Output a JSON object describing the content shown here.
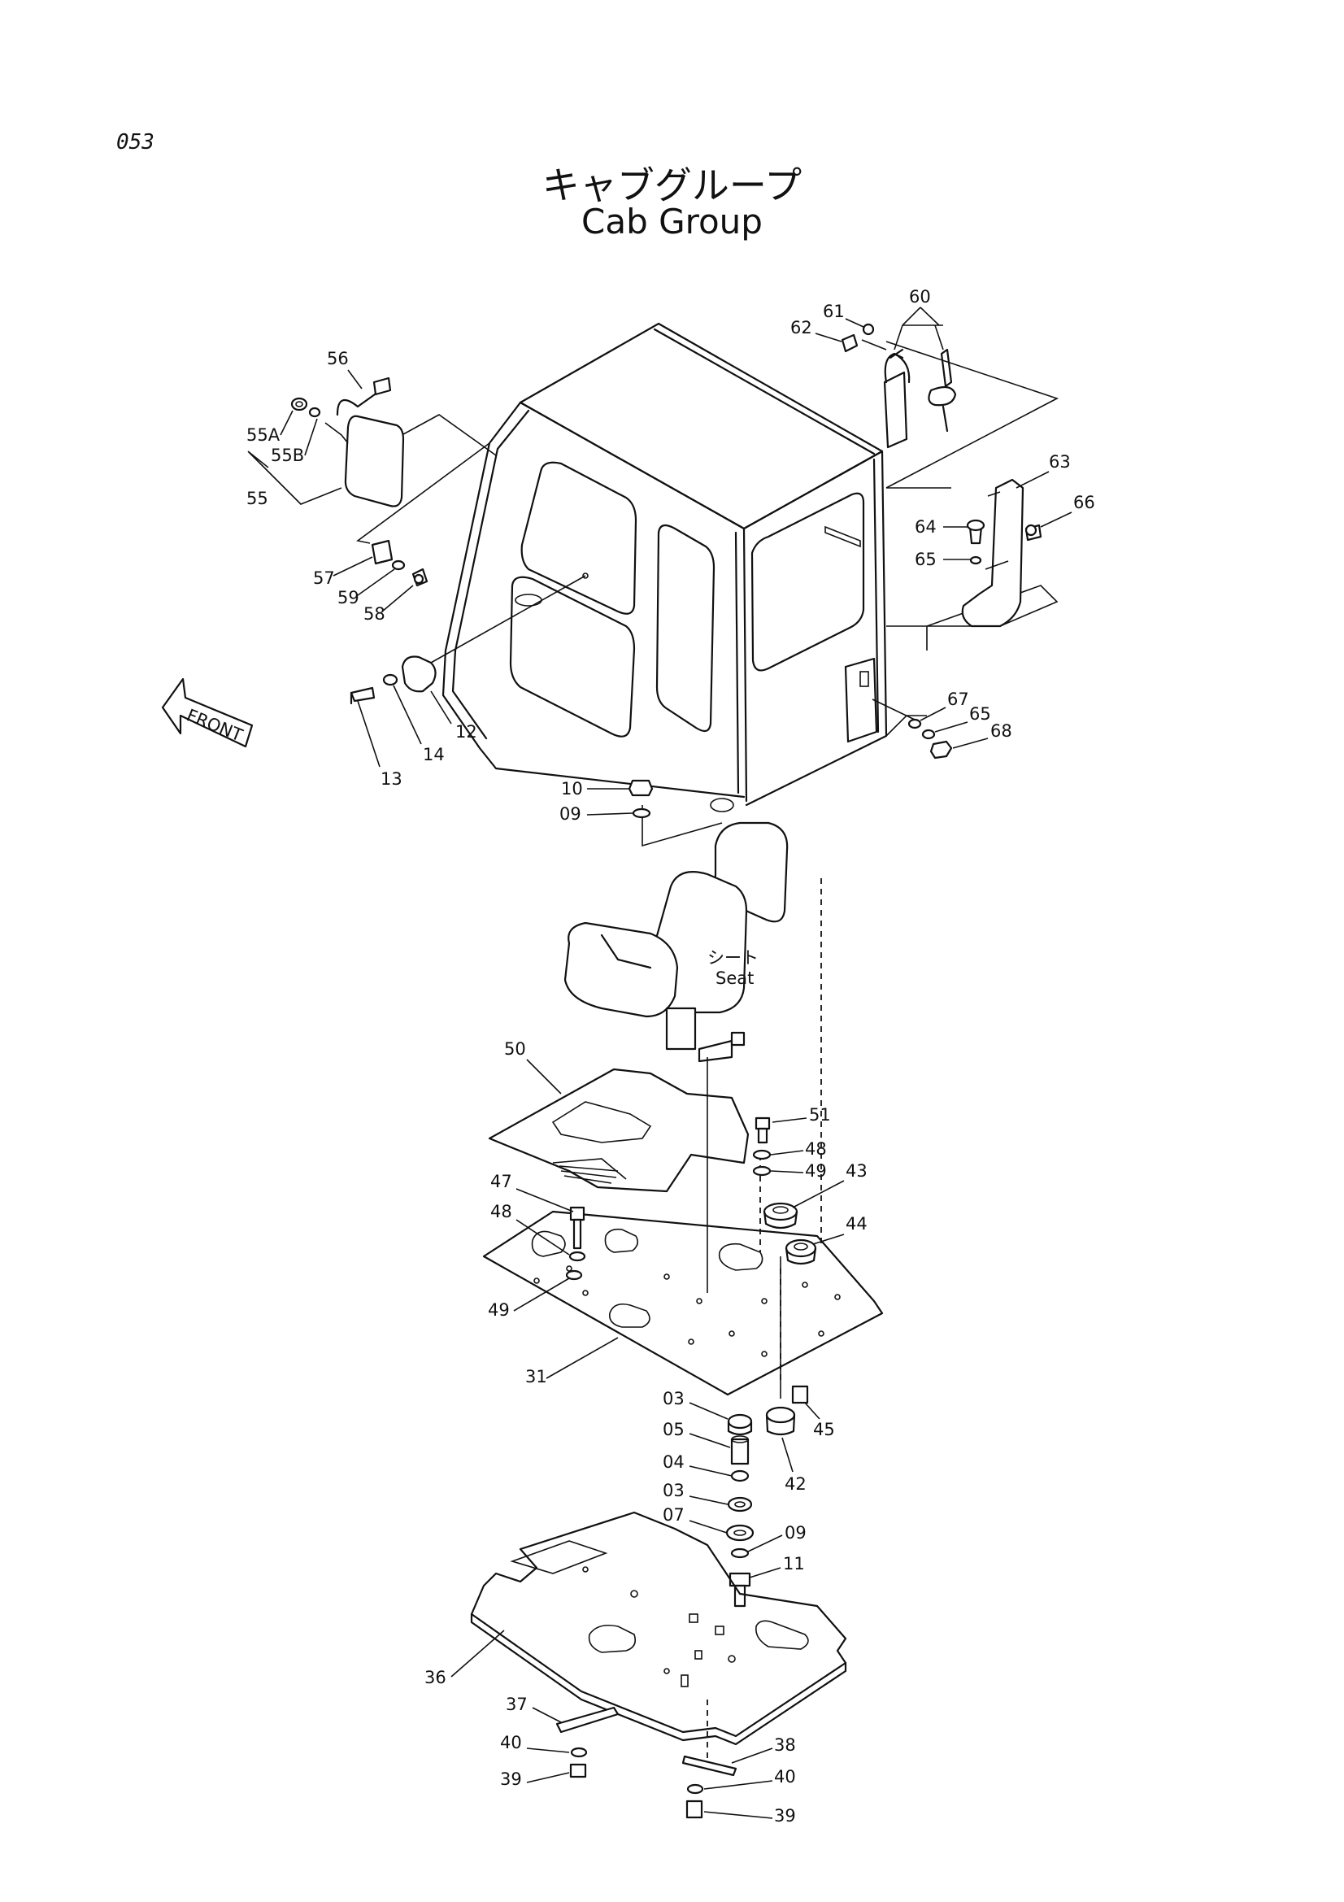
{
  "page_number": "053",
  "title_jp": "キャブグループ",
  "title_en": "Cab Group",
  "front_label": "FRONT",
  "seat_label_jp": "シート",
  "seat_label_en": "Seat",
  "callouts": [
    "56",
    "55A",
    "55B",
    "55",
    "57",
    "59",
    "58",
    "12",
    "14",
    "13",
    "10",
    "09",
    "60",
    "61",
    "62",
    "63",
    "64",
    "66",
    "65",
    "67",
    "65",
    "68",
    "50",
    "51",
    "48",
    "49",
    "43",
    "47",
    "48",
    "44",
    "49",
    "31",
    "03",
    "05",
    "04",
    "03",
    "07",
    "09",
    "11",
    "42",
    "45",
    "36",
    "37",
    "40",
    "39",
    "38",
    "40",
    "39"
  ]
}
